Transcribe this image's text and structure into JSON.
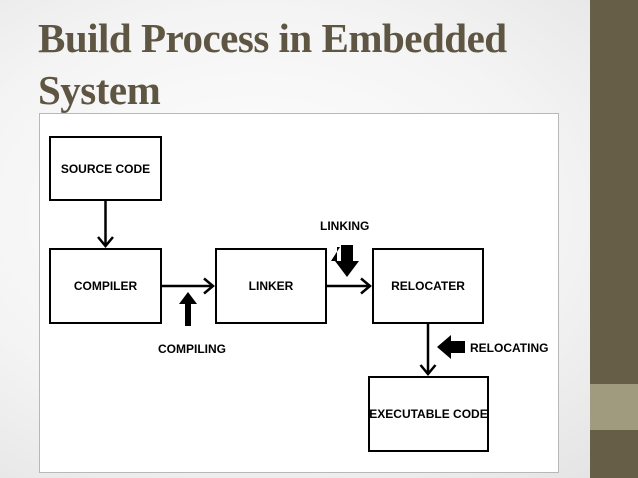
{
  "slide": {
    "title": "Build Process in Embedded System"
  },
  "diagram": {
    "nodes": {
      "source_code": "SOURCE CODE",
      "compiler": "COMPILER",
      "linker": "LINKER",
      "relocater": "RELOCATER",
      "executable_code": "EXECUTABLE CODE"
    },
    "annotations": {
      "compiling": "COMPILING",
      "linking": "LINKING",
      "relocating": "RELOCATING"
    }
  },
  "colors": {
    "title": "#5e5642",
    "side_bar": "#675e47",
    "side_accent": "#a09a7f"
  }
}
